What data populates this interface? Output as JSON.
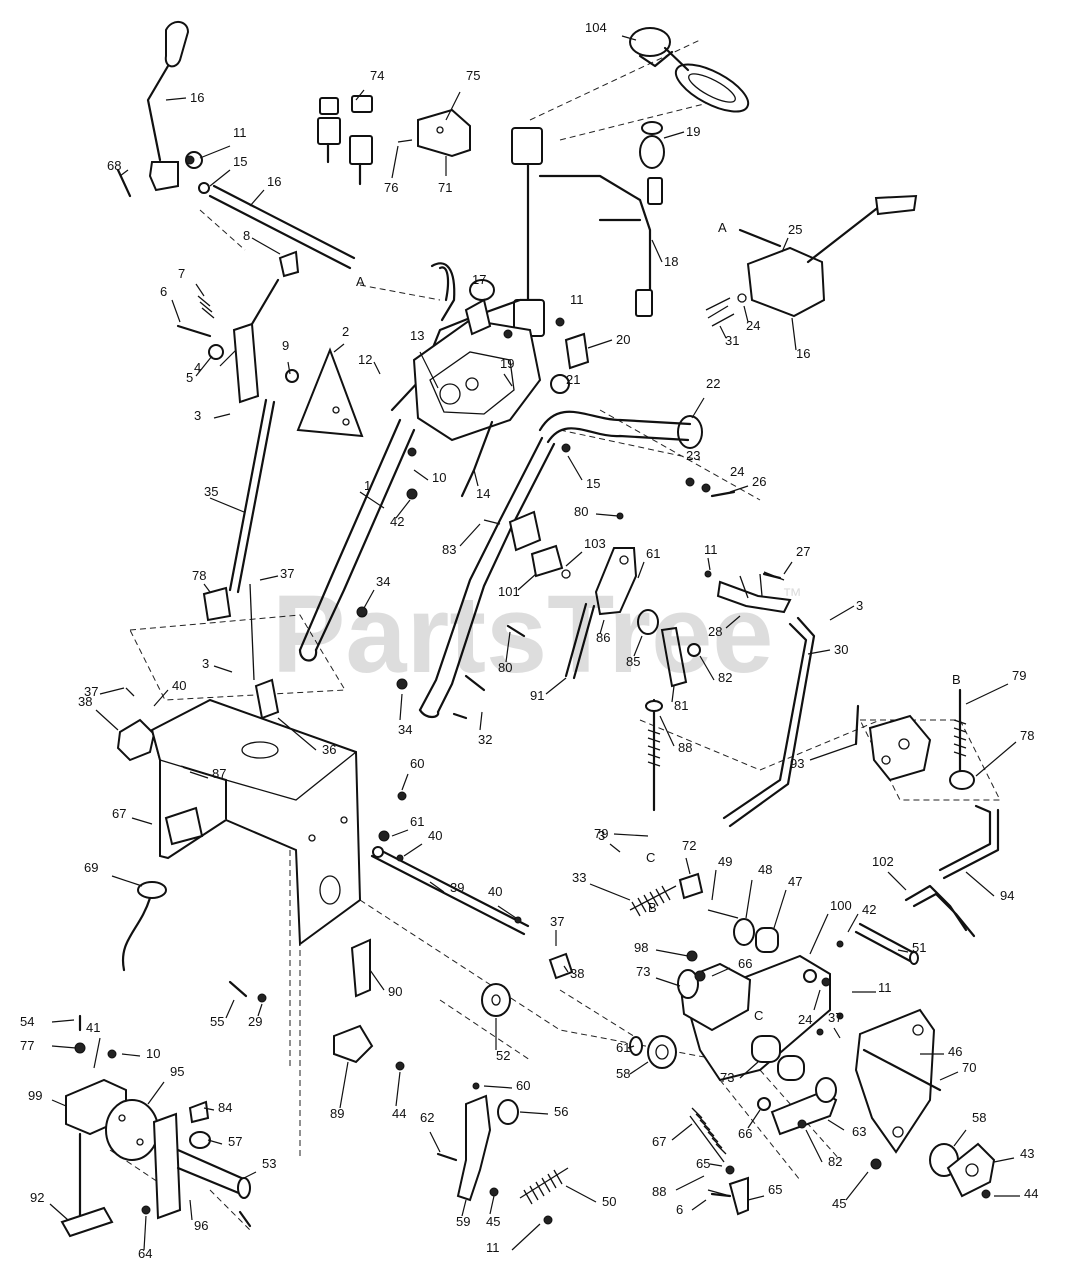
{
  "watermark": {
    "text": "PartsTree",
    "trademark": "™"
  },
  "callouts": [
    {
      "id": "c104",
      "label": "104"
    },
    {
      "id": "c75",
      "label": "75"
    },
    {
      "id": "c74",
      "label": "74"
    },
    {
      "id": "c76",
      "label": "76"
    },
    {
      "id": "c71",
      "label": "71"
    },
    {
      "id": "c16a",
      "label": "16"
    },
    {
      "id": "c11a",
      "label": "11"
    },
    {
      "id": "c15a",
      "label": "15"
    },
    {
      "id": "c16b",
      "label": "16"
    },
    {
      "id": "c68",
      "label": "68"
    },
    {
      "id": "c19a",
      "label": "19"
    },
    {
      "id": "c18",
      "label": "18"
    },
    {
      "id": "cA1",
      "label": "A"
    },
    {
      "id": "c25",
      "label": "25"
    },
    {
      "id": "c24a",
      "label": "24"
    },
    {
      "id": "c31",
      "label": "31"
    },
    {
      "id": "c16c",
      "label": "16"
    },
    {
      "id": "c8",
      "label": "8"
    },
    {
      "id": "cA2",
      "label": "A"
    },
    {
      "id": "c7",
      "label": "7"
    },
    {
      "id": "c6a",
      "label": "6"
    },
    {
      "id": "c5",
      "label": "5"
    },
    {
      "id": "c4",
      "label": "4"
    },
    {
      "id": "c3a",
      "label": "3"
    },
    {
      "id": "c9",
      "label": "9"
    },
    {
      "id": "c2",
      "label": "2"
    },
    {
      "id": "c12",
      "label": "12"
    },
    {
      "id": "c13",
      "label": "13"
    },
    {
      "id": "c17",
      "label": "17"
    },
    {
      "id": "c11b",
      "label": "11"
    },
    {
      "id": "c20",
      "label": "20"
    },
    {
      "id": "c19b",
      "label": "19"
    },
    {
      "id": "c21",
      "label": "21"
    },
    {
      "id": "c22",
      "label": "22"
    },
    {
      "id": "c10a",
      "label": "10"
    },
    {
      "id": "c14",
      "label": "14"
    },
    {
      "id": "c15b",
      "label": "15"
    },
    {
      "id": "c23",
      "label": "23"
    },
    {
      "id": "c24b",
      "label": "24"
    },
    {
      "id": "c26",
      "label": "26"
    },
    {
      "id": "c1",
      "label": "1"
    },
    {
      "id": "c42a",
      "label": "42"
    },
    {
      "id": "c35",
      "label": "35"
    },
    {
      "id": "c83",
      "label": "83"
    },
    {
      "id": "c80a",
      "label": "80"
    },
    {
      "id": "c103",
      "label": "103"
    },
    {
      "id": "c61a",
      "label": "61"
    },
    {
      "id": "c11c",
      "label": "11"
    },
    {
      "id": "c27",
      "label": "27"
    },
    {
      "id": "c101",
      "label": "101"
    },
    {
      "id": "c78a",
      "label": "78"
    },
    {
      "id": "c37a",
      "label": "37"
    },
    {
      "id": "c34a",
      "label": "34"
    },
    {
      "id": "c86",
      "label": "86"
    },
    {
      "id": "c28",
      "label": "28"
    },
    {
      "id": "c3b",
      "label": "3"
    },
    {
      "id": "c85",
      "label": "85"
    },
    {
      "id": "c30",
      "label": "30"
    },
    {
      "id": "c80b",
      "label": "80"
    },
    {
      "id": "c91",
      "label": "91"
    },
    {
      "id": "c81",
      "label": "81"
    },
    {
      "id": "c82a",
      "label": "82"
    },
    {
      "id": "c3c",
      "label": "3"
    },
    {
      "id": "c37b",
      "label": "37"
    },
    {
      "id": "c40a",
      "label": "40"
    },
    {
      "id": "c38a",
      "label": "38"
    },
    {
      "id": "c34b",
      "label": "34"
    },
    {
      "id": "c32",
      "label": "32"
    },
    {
      "id": "c36",
      "label": "36"
    },
    {
      "id": "c88a",
      "label": "88"
    },
    {
      "id": "cB1",
      "label": "B"
    },
    {
      "id": "c79a",
      "label": "79"
    },
    {
      "id": "c93",
      "label": "93"
    },
    {
      "id": "c78b",
      "label": "78"
    },
    {
      "id": "c87",
      "label": "87"
    },
    {
      "id": "c67a",
      "label": "67"
    },
    {
      "id": "c60a",
      "label": "60"
    },
    {
      "id": "c79b",
      "label": "79"
    },
    {
      "id": "cB2",
      "label": "B"
    },
    {
      "id": "c61b",
      "label": "61"
    },
    {
      "id": "c40b",
      "label": "40"
    },
    {
      "id": "c3d",
      "label": "3"
    },
    {
      "id": "cC1",
      "label": "C"
    },
    {
      "id": "c72",
      "label": "72"
    },
    {
      "id": "c49",
      "label": "49"
    },
    {
      "id": "c48",
      "label": "48"
    },
    {
      "id": "c47",
      "label": "47"
    },
    {
      "id": "c102",
      "label": "102"
    },
    {
      "id": "c94",
      "label": "94"
    },
    {
      "id": "c69",
      "label": "69"
    },
    {
      "id": "c39",
      "label": "39"
    },
    {
      "id": "c33",
      "label": "33"
    },
    {
      "id": "c40c",
      "label": "40"
    },
    {
      "id": "c37c",
      "label": "37"
    },
    {
      "id": "c100",
      "label": "100"
    },
    {
      "id": "c42b",
      "label": "42"
    },
    {
      "id": "c51",
      "label": "51"
    },
    {
      "id": "c38b",
      "label": "38"
    },
    {
      "id": "c98",
      "label": "98"
    },
    {
      "id": "c66a",
      "label": "66"
    },
    {
      "id": "c11d",
      "label": "11"
    },
    {
      "id": "c90",
      "label": "90"
    },
    {
      "id": "c73a",
      "label": "73"
    },
    {
      "id": "cC2",
      "label": "C"
    },
    {
      "id": "c24c",
      "label": "24"
    },
    {
      "id": "c37d",
      "label": "37"
    },
    {
      "id": "c46",
      "label": "46"
    },
    {
      "id": "c55",
      "label": "55"
    },
    {
      "id": "c29",
      "label": "29"
    },
    {
      "id": "c52",
      "label": "52"
    },
    {
      "id": "c54",
      "label": "54"
    },
    {
      "id": "c41",
      "label": "41"
    },
    {
      "id": "c77",
      "label": "77"
    },
    {
      "id": "c10b",
      "label": "10"
    },
    {
      "id": "c61c",
      "label": "61"
    },
    {
      "id": "c58a",
      "label": "58"
    },
    {
      "id": "c73b",
      "label": "73"
    },
    {
      "id": "c70",
      "label": "70"
    },
    {
      "id": "c95",
      "label": "95"
    },
    {
      "id": "c99",
      "label": "99"
    },
    {
      "id": "c84",
      "label": "84"
    },
    {
      "id": "c89",
      "label": "89"
    },
    {
      "id": "c44a",
      "label": "44"
    },
    {
      "id": "c60b",
      "label": "60"
    },
    {
      "id": "c56",
      "label": "56"
    },
    {
      "id": "c57",
      "label": "57"
    },
    {
      "id": "c62",
      "label": "62"
    },
    {
      "id": "c53",
      "label": "53"
    },
    {
      "id": "c67b",
      "label": "67"
    },
    {
      "id": "c66b",
      "label": "66"
    },
    {
      "id": "c63",
      "label": "63"
    },
    {
      "id": "c58b",
      "label": "58"
    },
    {
      "id": "c43",
      "label": "43"
    },
    {
      "id": "c65a",
      "label": "65"
    },
    {
      "id": "c82b",
      "label": "82"
    },
    {
      "id": "c92",
      "label": "92"
    },
    {
      "id": "c96",
      "label": "96"
    },
    {
      "id": "c59",
      "label": "59"
    },
    {
      "id": "c45a",
      "label": "45"
    },
    {
      "id": "c50",
      "label": "50"
    },
    {
      "id": "c88b",
      "label": "88"
    },
    {
      "id": "c6b",
      "label": "6"
    },
    {
      "id": "c65b",
      "label": "65"
    },
    {
      "id": "c45b",
      "label": "45"
    },
    {
      "id": "c44b",
      "label": "44"
    },
    {
      "id": "c11e",
      "label": "11"
    },
    {
      "id": "c64",
      "label": "64"
    }
  ]
}
